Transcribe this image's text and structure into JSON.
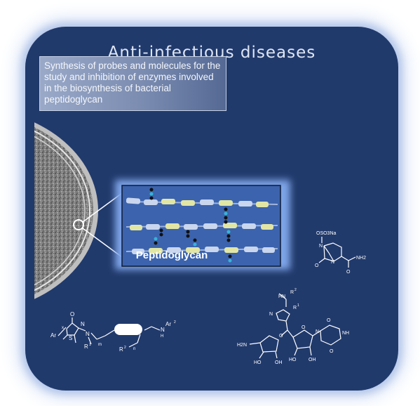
{
  "title": "Anti-infectious diseases",
  "description": "Synthesis of probes and molecules for the study and inhibition of enzymes involved in the biosynthesis of bacterial peptidoglycan",
  "zoom_label": "Peptidoglycan",
  "structures": {
    "left": {
      "ar1": "Ar",
      "x": "x",
      "o": "O",
      "n": "N",
      "s": "S",
      "n2": "N",
      "r1": "R",
      "r1_sup": "1",
      "m": "m",
      "r2": "R",
      "r2_sup": "2",
      "n3": "n",
      "nh": "N",
      "h": "H",
      "ar2": "Ar",
      "ar2_sup": "2"
    },
    "bicyclic": {
      "oso3na": "OSO3Na",
      "n1": "N",
      "n2": "N",
      "o": "O",
      "nh2": "NH2",
      "o2": "O"
    },
    "nucleoside": {
      "hn": "HN",
      "r2": "R",
      "r2_sup": "2",
      "r1": "R",
      "r1_sup": "1",
      "triazole": "N",
      "h2n": "H2N",
      "o": "O",
      "ho1": "HO",
      "oh1": "OH",
      "ho2": "HO",
      "oh2": "OH",
      "nh": "NH",
      "o2": "O",
      "o3": "O",
      "n": "N",
      "o4": "O"
    }
  },
  "colors": {
    "background": "#213a6c",
    "glow": "#b6c8ea",
    "strand": "#dfe3ee",
    "sugar_yellow": "#e2e6a4",
    "sugar_blue": "#c9d6ee",
    "crosslink": "#111111",
    "crosslink_bead": "#35b3d8"
  }
}
